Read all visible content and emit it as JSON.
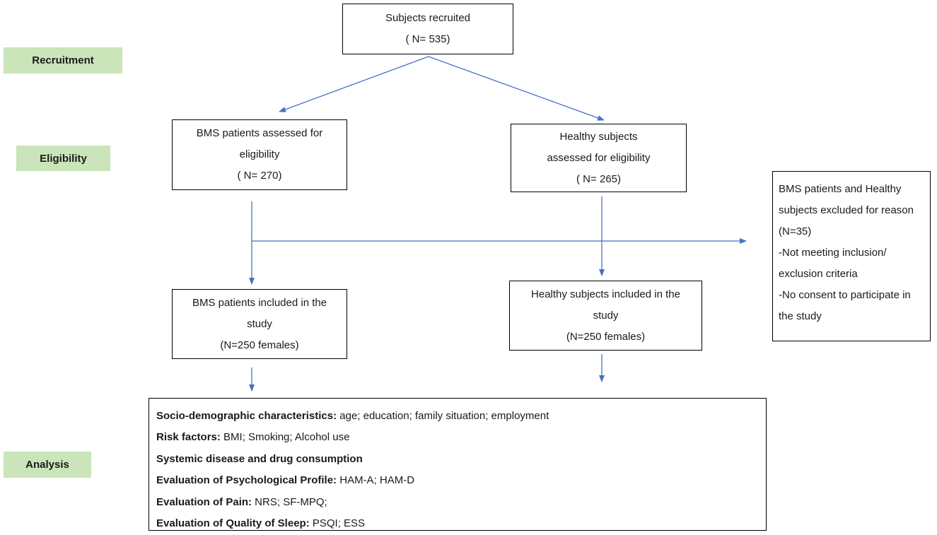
{
  "stages": {
    "recruitment": "Recruitment",
    "eligibility": "Eligibility",
    "analysis": "Analysis"
  },
  "boxes": {
    "recruited": {
      "line1": "Subjects recruited",
      "line2": "( N= 535)"
    },
    "bms_assessed": {
      "line1": "BMS patients assessed for",
      "line2": "eligibility",
      "line3": "( N= 270)"
    },
    "healthy_assessed": {
      "line1": "Healthy subjects",
      "line2": "assessed for eligibility",
      "line3": "( N= 265)"
    },
    "excluded": {
      "line1": "BMS patients  and Healthy",
      "line2": "subjects excluded for reason",
      "line3": "(N=35)",
      "line4": "-Not meeting inclusion/",
      "line5": "exclusion criteria",
      "line6": "-No consent to participate in",
      "line7": "the study"
    },
    "bms_included": {
      "line1": "BMS patients included  in the",
      "line2": "study",
      "line3": "(N=250 females)"
    },
    "healthy_included": {
      "line1": "Healthy subjects included in the",
      "line2": "study",
      "line3": "(N=250  females)"
    }
  },
  "analysis": [
    {
      "label": "Socio-demographic characteristics:",
      "value": " age; education;  family situation; employment"
    },
    {
      "label": "Risk factors:",
      "value": " BMI; Smoking;  Alcohol use"
    },
    {
      "label": "Systemic disease and drug consumption",
      "value": ""
    },
    {
      "label": "Evaluation of Psychological Profile:",
      "value": " HAM-A; HAM-D"
    },
    {
      "label": "Evaluation of Pain:",
      "value": " NRS; SF-MPQ;"
    },
    {
      "label": "Evaluation of Quality of Sleep:",
      "value": " PSQI; ESS"
    }
  ],
  "colors": {
    "stage_fill": "#c9e5b9",
    "arrow": "#4472c4",
    "border": "#000000"
  }
}
